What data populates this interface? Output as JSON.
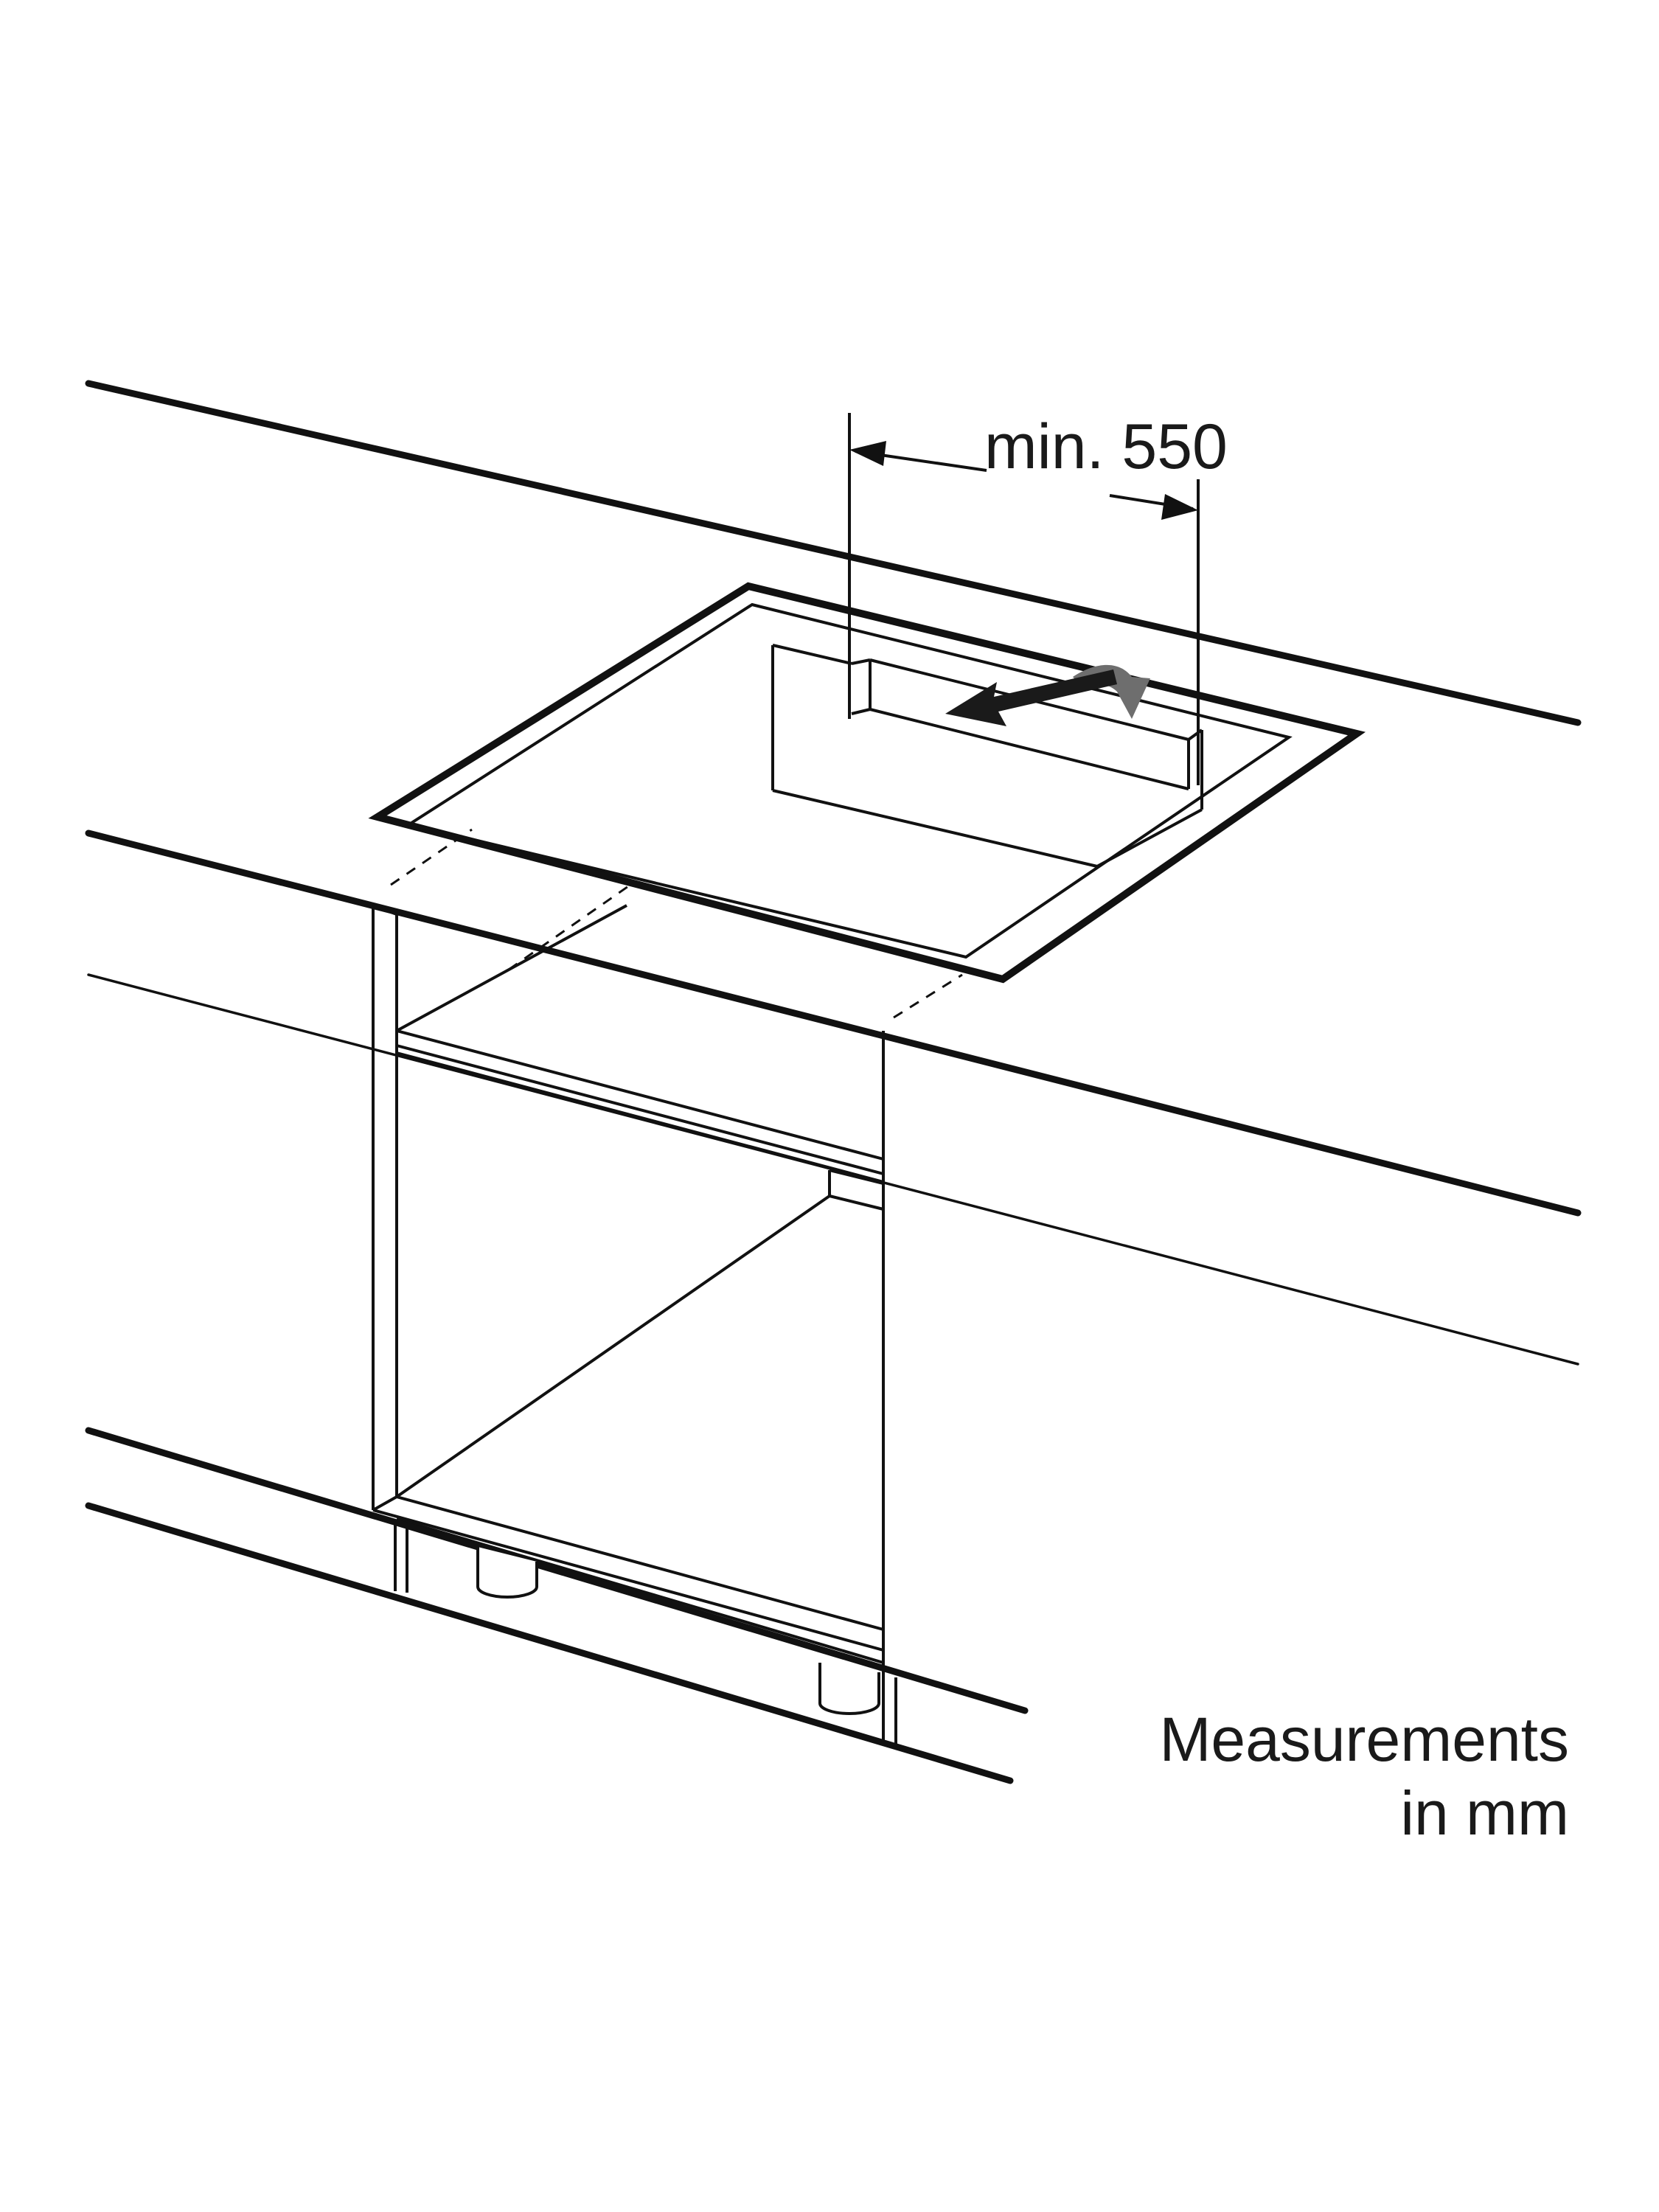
{
  "dimension": {
    "label": "min. 550"
  },
  "note": {
    "line1": "Measurements",
    "line2": "in mm"
  },
  "colors": {
    "stroke": "#111111",
    "arrow_front": "#1a1a1a",
    "arrow_back": "#6e6e6e",
    "background": "#ffffff"
  }
}
